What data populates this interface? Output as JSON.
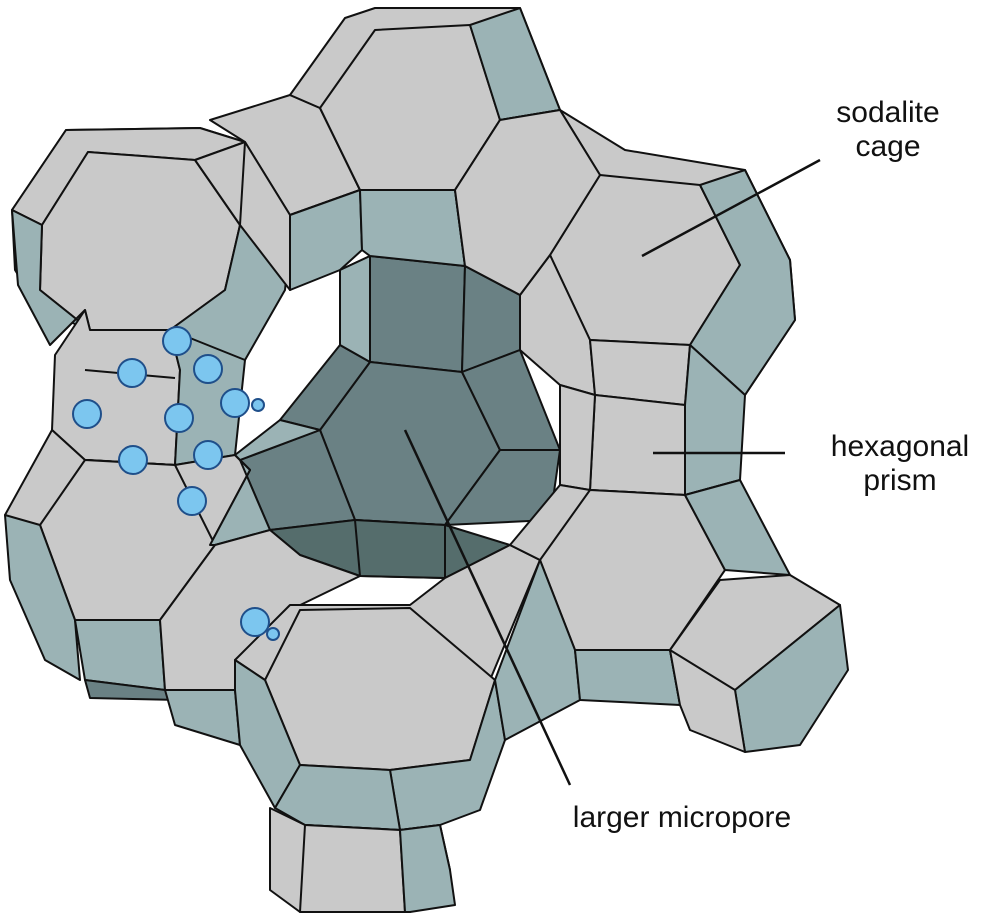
{
  "labels": {
    "sodalite_line1": "sodalite",
    "sodalite_line2": "cage",
    "hexagonal_line1": "hexagonal",
    "hexagonal_line2": "prism",
    "micropore": "larger micropore"
  },
  "colors": {
    "face_light": "#c9c9c9",
    "face_teal": "#9bb3b5",
    "face_dark": "#6a8184",
    "atom_fill": "#7cc6ef",
    "atom_stroke": "#1f4f8a"
  }
}
